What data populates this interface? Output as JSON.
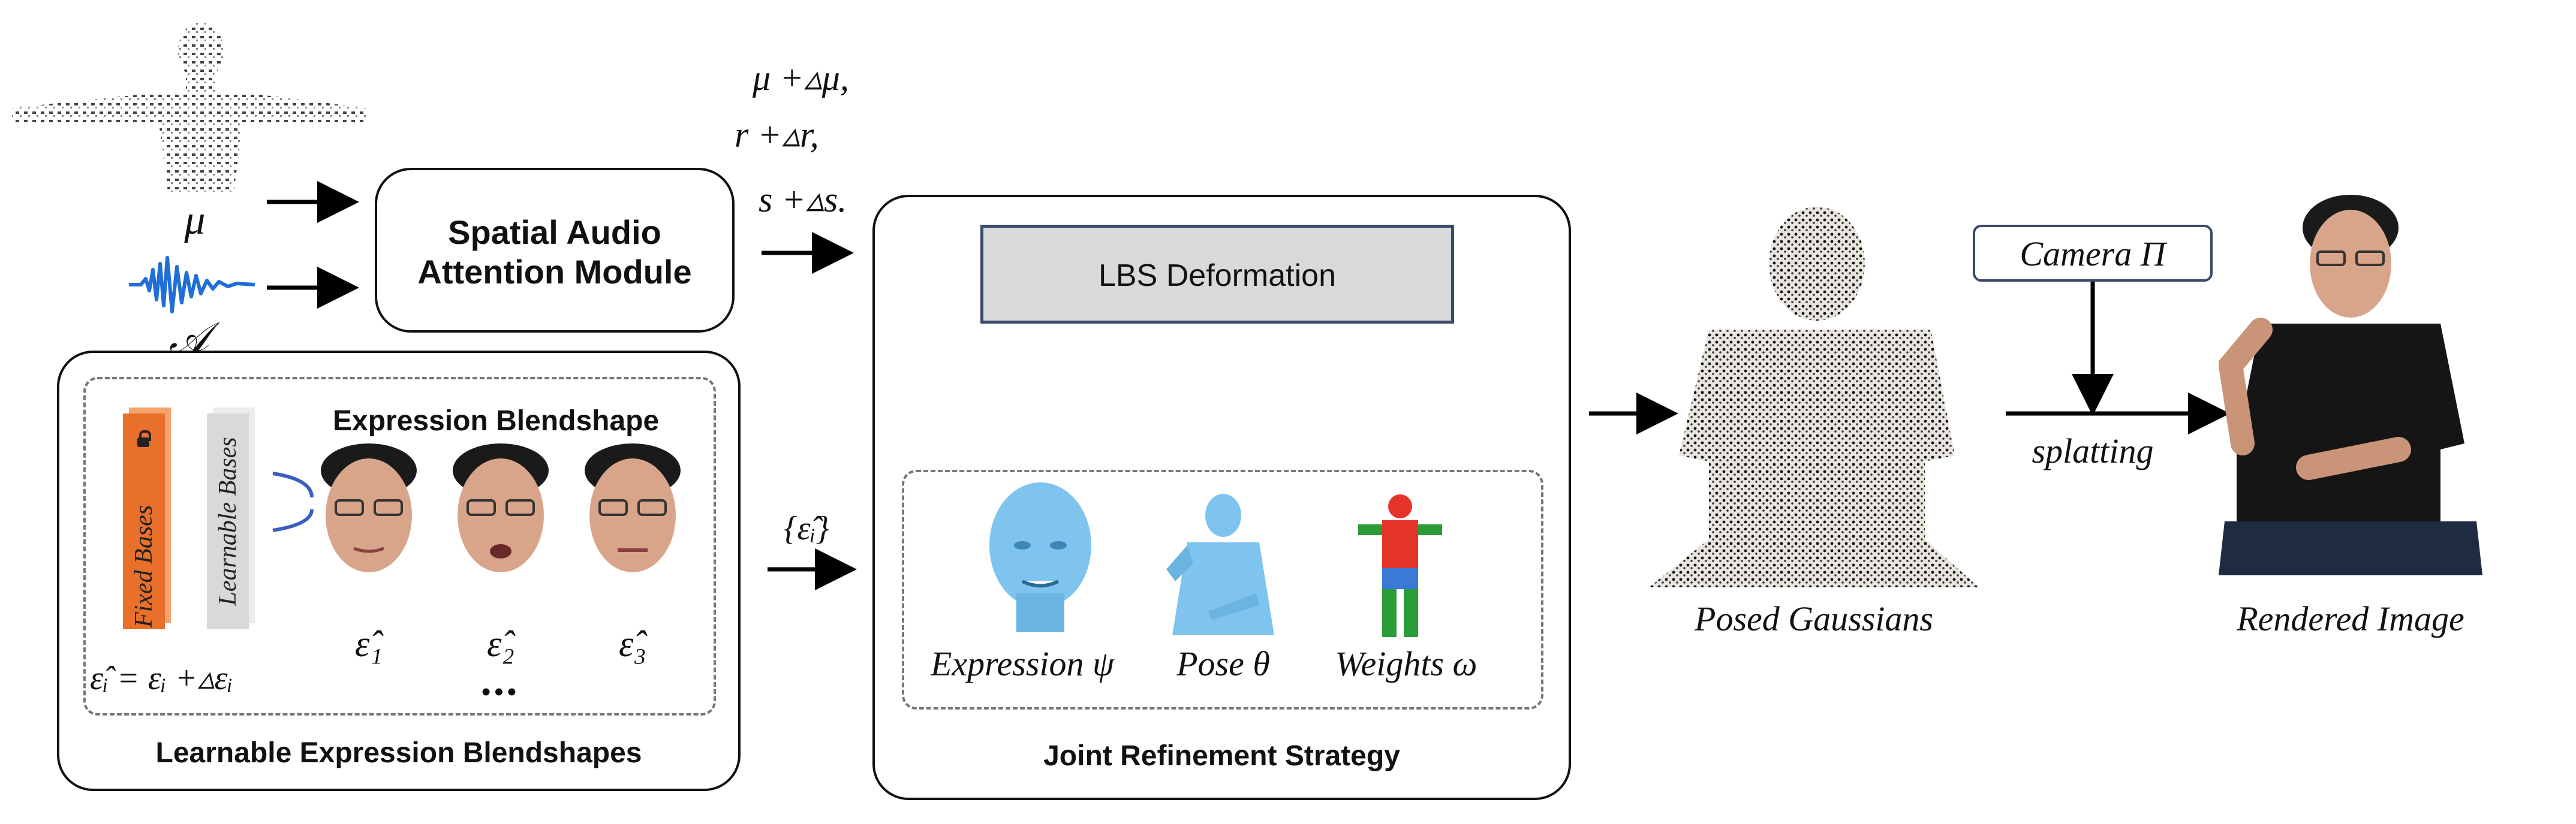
{
  "inputs": {
    "mu_label": "μ",
    "audio_label": "𝒜"
  },
  "spatial_module": {
    "title_line1": "Spatial Audio",
    "title_line2": "Attention Module"
  },
  "offsets": {
    "line1": "μ +▵μ,",
    "line2": "r +▵r,",
    "line3": "s +▵s."
  },
  "blendshape_panel": {
    "caption": "Learnable Expression Blendshapes",
    "header": "Expression Blendshape",
    "fixed_bases": "Fixed Bases",
    "learnable_bases": "Learnable Bases",
    "formula": "ε̂ᵢ = εᵢ +▵εᵢ",
    "faces": [
      {
        "label": "ε̂₁"
      },
      {
        "label": "ε̂₂"
      },
      {
        "label": "ε̂₃"
      }
    ],
    "ellipsis": "•••"
  },
  "set_label": "{ε̂ᵢ}",
  "joint_panel": {
    "caption": "Joint Refinement Strategy",
    "lbs": "LBS Deformation",
    "expression": "Expression ψ",
    "pose": "Pose θ",
    "weights": "Weights ω"
  },
  "right": {
    "posed": "Posed Gaussians",
    "camera": "Camera Π",
    "splatting": "splatting",
    "rendered": "Rendered Image"
  },
  "colors": {
    "fixed_bases": "#e8702a",
    "learnable_bases": "#d9d9d9",
    "lbs_fill": "#d9d9d9",
    "lbs_border": "#3a4a6a",
    "mesh_blue": "#7fc4ee",
    "audio_wave": "#1f6fd6"
  }
}
